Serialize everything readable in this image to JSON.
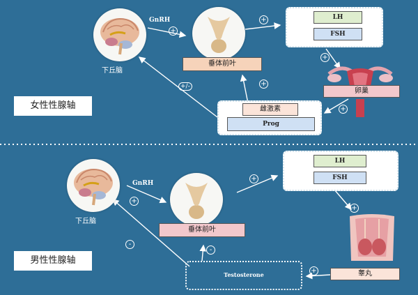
{
  "female": {
    "axis_label": "女性性腺轴",
    "hypothalamus_label": "下丘脑",
    "gnrh_label": "GnRH",
    "pituitary_label": "垂体前叶",
    "lh_label": "LH",
    "fsh_label": "FSH",
    "ovary_label": "卵巢",
    "estrogen_label": "雌激素",
    "prog_label": "Prog",
    "plus_sign": "+",
    "feedback_sign": "+/-"
  },
  "male": {
    "axis_label": "男性性腺轴",
    "hypothalamus_label": "下丘脑",
    "gnrh_label": "GnRH",
    "pituitary_label": "垂体前叶",
    "lh_label": "LH",
    "fsh_label": "FSH",
    "testis_label": "睾丸",
    "testosterone_label": "Testosterone",
    "plus_sign": "+",
    "minus_sign": "-"
  },
  "colors": {
    "background": "#2e6e97",
    "green_box": "#dfeecf",
    "blue_box": "#cfe0f4",
    "peach_box": "#f6d3ba",
    "pink_box": "#f2c8cc"
  }
}
